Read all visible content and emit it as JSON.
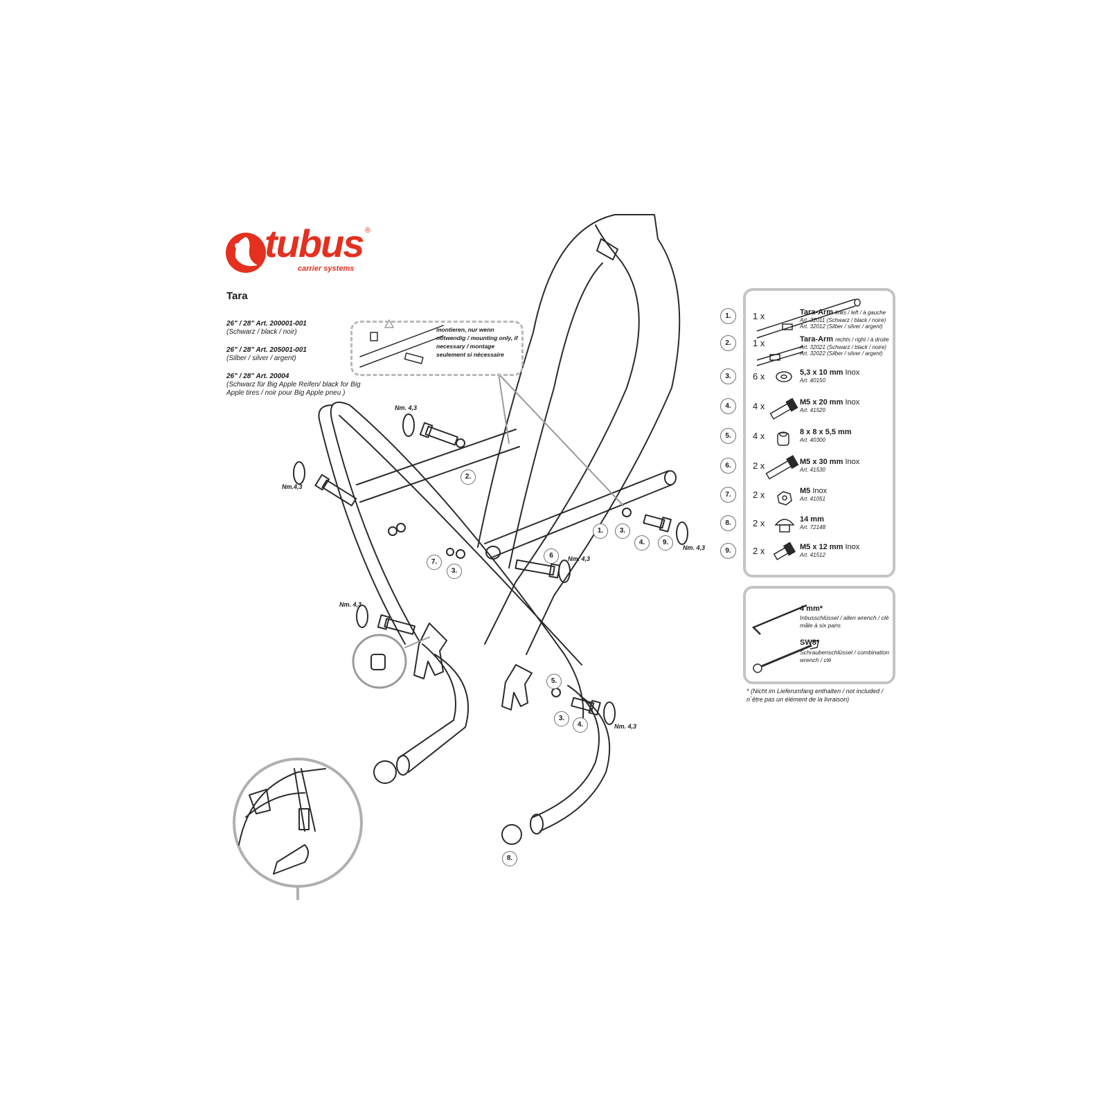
{
  "brand": {
    "name": "tubus",
    "registered": "®",
    "tagline": "carrier systems",
    "color": "#e3301f"
  },
  "product": {
    "title": "Tara",
    "variants": [
      {
        "art": "26\" / 28\" Art. 200001-001",
        "desc": "(Schwarz / black / noir)"
      },
      {
        "art": "26\" / 28\" Art. 205001-001",
        "desc": "(Silber / silver / argent)"
      },
      {
        "art": "26\" / 28\" Art. 20004",
        "desc": "(Schwarz für Big Apple Reifen/ black for Big Apple tires / noir pour Big Apple pneu )"
      }
    ]
  },
  "note": {
    "warning_icon": "warning-triangle-icon",
    "text": "montieren, nur wenn notwendig / mounting only, if necessary / montage seulement si nécessaire"
  },
  "parts": [
    {
      "num": "1.",
      "qty": "1",
      "x": "x",
      "name": "Tara-Arm",
      "inox": "",
      "extra": "links / left / à gauche",
      "meta": [
        "Art. 32011 (Schwarz / black / noire)",
        "Art. 32012 (Silber / silver / argent)"
      ],
      "icon": "tara-arm-left-icon"
    },
    {
      "num": "2.",
      "qty": "1",
      "x": "x",
      "name": "Tara-Arm",
      "inox": "",
      "extra": "rechts / right / à droite",
      "meta": [
        "Art. 32021 (Schwarz / black / noire)",
        "Art. 32022 (Silber / silver / argent)"
      ],
      "icon": "tara-arm-right-icon"
    },
    {
      "num": "3.",
      "qty": "6",
      "x": "x",
      "name": "5,3 x 10 mm",
      "inox": "Inox",
      "extra": "",
      "meta": [
        "Art. 40150"
      ],
      "icon": "washer-icon"
    },
    {
      "num": "4.",
      "qty": "4",
      "x": "x",
      "name": "M5 x 20 mm",
      "inox": "Inox",
      "extra": "",
      "meta": [
        "Art. 41520"
      ],
      "icon": "bolt-icon"
    },
    {
      "num": "5.",
      "qty": "4",
      "x": "x",
      "name": "8 x 8 x 5,5 mm",
      "inox": "",
      "extra": "",
      "meta": [
        "Art. 40300"
      ],
      "icon": "spacer-icon"
    },
    {
      "num": "6.",
      "qty": "2",
      "x": "x",
      "name": "M5 x 30 mm",
      "inox": "Inox",
      "extra": "",
      "meta": [
        "Art. 41530"
      ],
      "icon": "long-bolt-icon"
    },
    {
      "num": "7.",
      "qty": "2",
      "x": "x",
      "name": "M5",
      "inox": "Inox",
      "extra": "",
      "meta": [
        "Art. 41051"
      ],
      "icon": "nut-icon"
    },
    {
      "num": "8.",
      "qty": "2",
      "x": "x",
      "name": "14 mm",
      "inox": "",
      "extra": "",
      "meta": [
        "Art. 72148"
      ],
      "icon": "end-cap-icon"
    },
    {
      "num": "9.",
      "qty": "2",
      "x": "x",
      "name": "M5 x 12 mm",
      "inox": "Inox",
      "extra": "",
      "meta": [
        "Art. 41512"
      ],
      "icon": "short-bolt-icon"
    }
  ],
  "tools": [
    {
      "name": "4 mm*",
      "desc": "Inbusschlüssel / allen wrench / clé mâle à six pans",
      "icon": "allen-key-icon"
    },
    {
      "name": "SW8*",
      "desc": "Schraubenschlüssel / combination wrench / clé",
      "icon": "combination-wrench-icon"
    }
  ],
  "footnote": "* (Nicht im Lieferumfang enthalten / not included / n`être pas un élément de la livraison)",
  "callouts": {
    "c1": "1.",
    "c2": "2.",
    "c3a": "3.",
    "c3b": "3.",
    "c3c": "3.",
    "c4a": "4.",
    "c4b": "4.",
    "c5": "5.",
    "c6": "6",
    "c7": "7.",
    "c8": "8.",
    "c9": "9."
  },
  "torque": {
    "t1": "Nm. 4,3",
    "t2": "Nm.4,3",
    "t3": "Nm. 4,3",
    "t4": "Nm. 4,3",
    "t5": "Nm. 4,3",
    "t6": "Nm. 4,3"
  }
}
